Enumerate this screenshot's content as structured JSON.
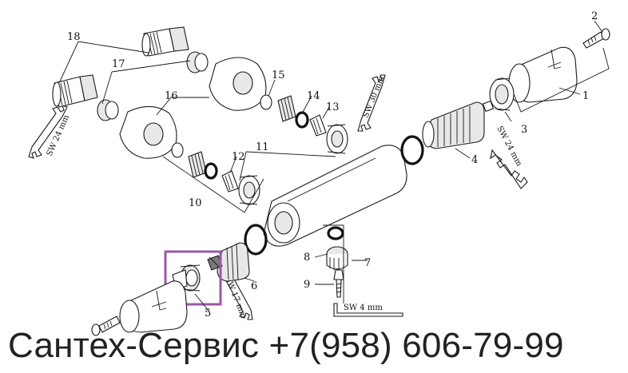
{
  "footer": {
    "text": "Сантех-Сервис +7(958) 606-79-99"
  },
  "callouts": [
    "1",
    "2",
    "3",
    "4",
    "5",
    "6",
    "7",
    "8",
    "9",
    "10",
    "11",
    "12",
    "13",
    "14",
    "15",
    "16",
    "17",
    "18"
  ],
  "wrench_labels": {
    "sw24_left": "SW 24 mm",
    "sw30": "SW 30 mm",
    "sw24_right": "SW 24 mm",
    "sw17": "SW 17 mm",
    "sw4": "SW 4 mm"
  },
  "highlight": {
    "color": "#9b59a8",
    "target": "5"
  }
}
